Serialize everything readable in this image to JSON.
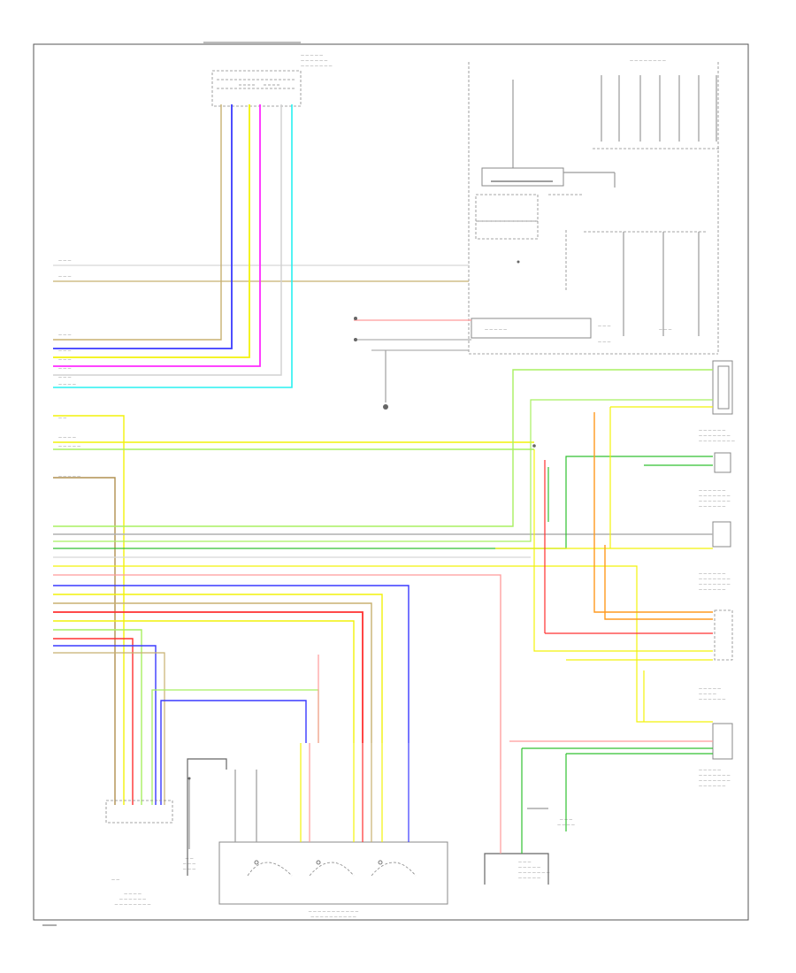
{
  "colors": {
    "white": "#d8d8d8",
    "tan": "#c8b070",
    "blue": "#3a3aff",
    "yellow": "#f2f20a",
    "pink": "#ff2aff",
    "cyan": "#28f0f0",
    "light_green": "#a8f060",
    "green": "#30c030",
    "red": "#ff3030",
    "orange": "#ff9a20",
    "gray": "#a0a0a0",
    "brown_tan": "#b09050"
  },
  "wires": [
    {
      "id": "w-top-white",
      "color": "white"
    },
    {
      "id": "w-top-tan",
      "color": "tan"
    },
    {
      "id": "w-blue-1",
      "color": "blue"
    },
    {
      "id": "w-blue-2",
      "color": "blue"
    },
    {
      "id": "w-yellow-1",
      "color": "yellow"
    },
    {
      "id": "w-pink-1",
      "color": "pink"
    },
    {
      "id": "w-white-2",
      "color": "white"
    },
    {
      "id": "w-cyan-1",
      "color": "cyan"
    },
    {
      "id": "w-red-1",
      "color": "red"
    },
    {
      "id": "w-yel-left",
      "color": "yellow"
    },
    {
      "id": "w-yel-long",
      "color": "yellow"
    },
    {
      "id": "w-grn-long",
      "color": "light_green"
    },
    {
      "id": "w-brown",
      "color": "brown_tan"
    },
    {
      "id": "w-lgreen-mid",
      "color": "light_green"
    },
    {
      "id": "w-gray-mid",
      "color": "gray"
    },
    {
      "id": "w-grn-mid2",
      "color": "green"
    },
    {
      "id": "w-yel-mid",
      "color": "yellow"
    },
    {
      "id": "w-red-mid",
      "color": "red"
    },
    {
      "id": "w-blue-mid",
      "color": "blue"
    },
    {
      "id": "w-orange-r",
      "color": "orange"
    },
    {
      "id": "w-pink-r",
      "color": "red"
    },
    {
      "id": "w-grn-r",
      "color": "green"
    }
  ]
}
